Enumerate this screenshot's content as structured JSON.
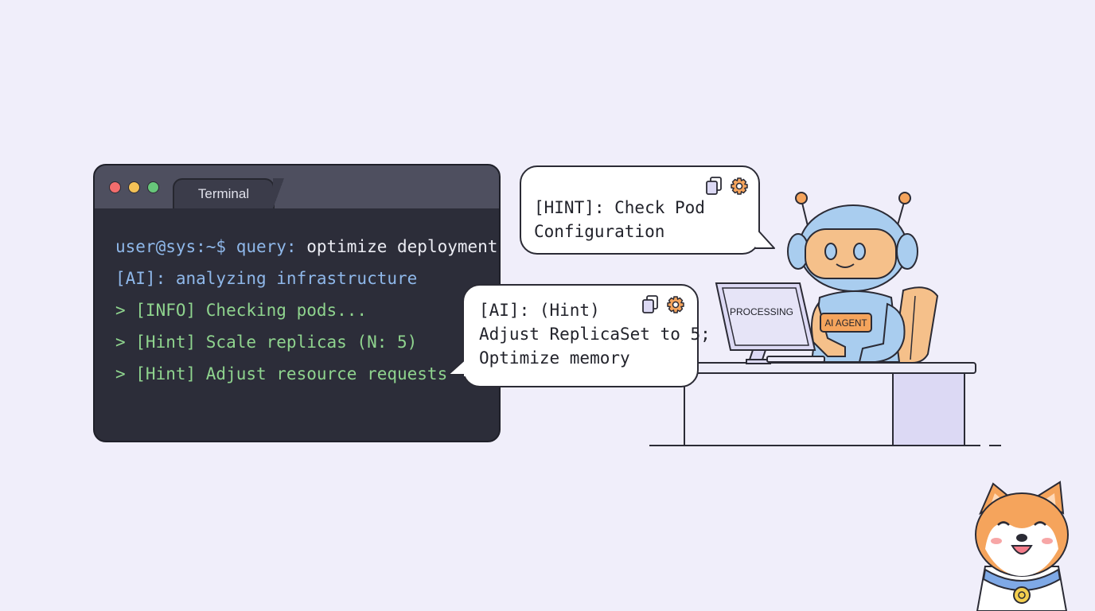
{
  "terminal": {
    "tab_label": "Terminal",
    "lines": [
      {
        "prompt": "user@sys:~$ query:",
        "command": "optimize deployment"
      },
      {
        "text": "[AI]: analyzing infrastructure"
      },
      {
        "text": "> [INFO] Checking pods..."
      },
      {
        "text": "> [Hint] Scale replicas (N: 5)"
      },
      {
        "text": "> [Hint] Adjust resource requests"
      }
    ]
  },
  "bubble_hint": {
    "text": "[HINT]: Check Pod\nConfiguration",
    "icons": [
      "copy-icon",
      "gear-icon"
    ]
  },
  "bubble_ai": {
    "text": "[AI]: (Hint)\nAdjust ReplicaSet to 5;\nOptimize memory",
    "icons": [
      "copy-icon",
      "gear-icon"
    ]
  },
  "scene": {
    "monitor_label": "PROCESSING",
    "robot_badge": "AI AGENT"
  },
  "colors": {
    "background": "#f0eefa",
    "terminal_bg": "#2c2d39",
    "prompt_blue": "#8fb8ea",
    "output_green": "#8fd48e",
    "robot_blue": "#a9cdef",
    "robot_orange": "#f5c08a"
  }
}
